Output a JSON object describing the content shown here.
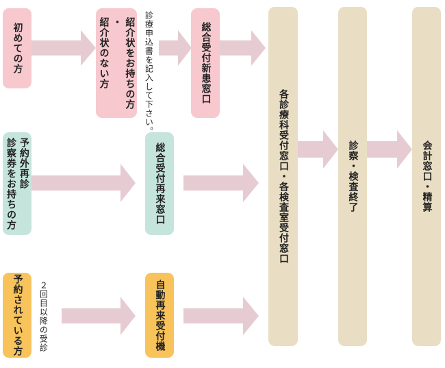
{
  "colors": {
    "pink": "#f7c9cf",
    "mint": "#c5e5dc",
    "amber": "#f7c35a",
    "beige": "#e9dec4",
    "arrow": "#e6cbd2"
  },
  "rows": {
    "first_visit": {
      "label": "初めての方",
      "referral_line1": "紹介状をお持ちの方",
      "referral_dot": "・",
      "referral_line2": "紹介状のない方",
      "note": "診療申込書を記入して下さい。",
      "window": "総合受付新患窓口"
    },
    "unscheduled": {
      "label_line1": "予約外再診",
      "label_line2": "診察券をお持ちの方",
      "window": "総合受付再来窓口"
    },
    "scheduled": {
      "label": "予約されている方",
      "note": "２回目以降の受診",
      "machine": "自動再来受付機"
    }
  },
  "reception": "各診療科受付窓口・各検査室受付窓口",
  "exam_done": "診察・検査終了",
  "checkout": "会計窓口・精算"
}
